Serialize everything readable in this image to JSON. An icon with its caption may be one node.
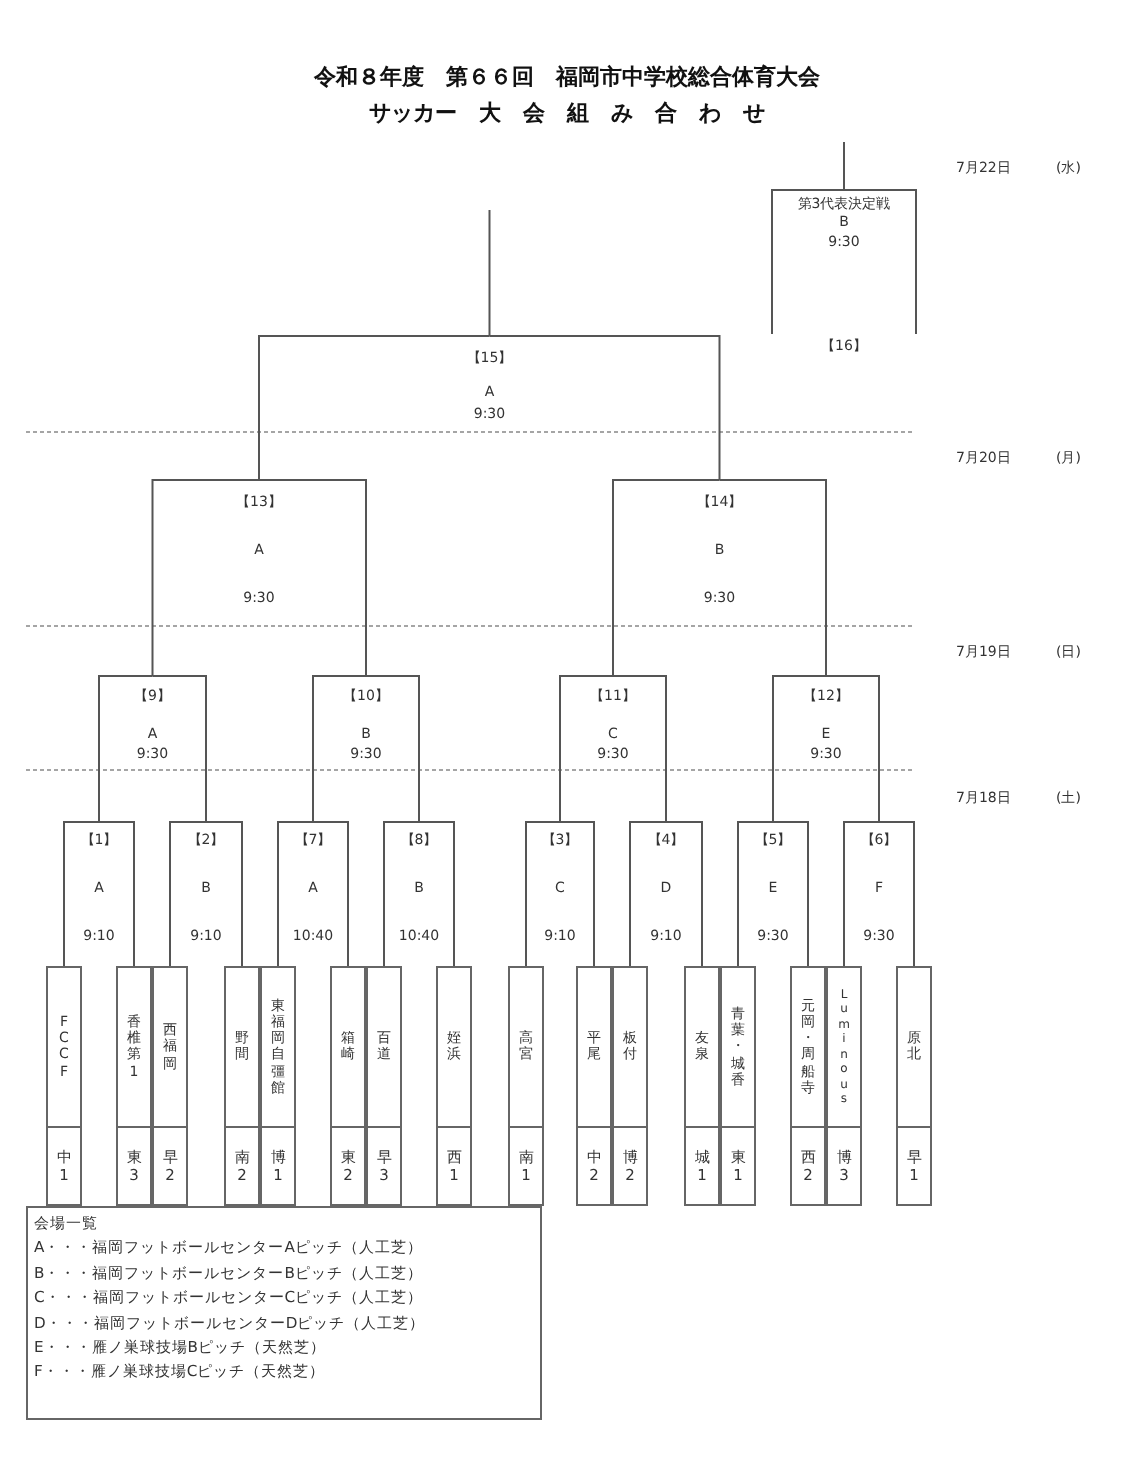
{
  "diagram": {
    "title": "令和８年度　第６６回　福岡市中学校総合体育大会",
    "nodes": [
      {
        "text": [
          "FCCF",
          "中1"
        ]
      },
      {
        "text": [
          "香椎第1",
          "東3"
        ]
      },
      {
        "text": [
          "西福岡",
          "早2"
        ]
      },
      {
        "text": [
          "野間",
          "南2"
        ]
      },
      {
        "text": [
          "東福岡自彊館",
          "博1"
        ]
      },
      {
        "text": [
          "箱崎",
          "東2"
        ]
      },
      {
        "text": [
          "百道",
          "早3"
        ]
      },
      {
        "text": [
          "姪浜",
          "西1"
        ]
      },
      {
        "text": [
          "高宮",
          "南1"
        ]
      },
      {
        "text": [
          "平尾",
          "中2"
        ]
      },
      {
        "text": [
          "板付",
          "博2"
        ]
      },
      {
        "text": [
          "友泉",
          "城1"
        ]
      },
      {
        "text": [
          "青葉・城香",
          "東1"
        ]
      },
      {
        "text": [
          "元岡・周船寺",
          "西2"
        ]
      },
      {
        "text": [
          "Luminous",
          "博3"
        ]
      },
      {
        "text": [
          "原北",
          "早1"
        ]
      },
      {
        "text": [
          "【1】",
          "A",
          "9:10"
        ]
      },
      {
        "text": [
          "【2】",
          "B",
          "9:10"
        ]
      },
      {
        "text": [
          "【7】",
          "A",
          "10:40"
        ]
      },
      {
        "text": [
          "【8】",
          "B",
          "10:40"
        ]
      },
      {
        "text": [
          "【3】",
          "C",
          "9:10"
        ]
      },
      {
        "text": [
          "【4】",
          "D",
          "9:10"
        ]
      },
      {
        "text": [
          "【5】",
          "E",
          "9:30"
        ]
      },
      {
        "text": [
          "【6】",
          "F",
          "9:30"
        ]
      },
      {
        "text": [
          "【9】",
          "A",
          "9:30"
        ]
      },
      {
        "text": [
          "【10】",
          "B",
          "9:30"
        ]
      },
      {
        "text": [
          "【11】",
          "C",
          "9:30"
        ]
      },
      {
        "text": [
          "【12】",
          "E",
          "9:30"
        ]
      },
      {
        "text": [
          "【13】",
          "A",
          "9:30"
        ]
      },
      {
        "text": [
          "【14】",
          "B",
          "9:30"
        ]
      },
      {
        "text": [
          "【15】",
          "A",
          "9:30"
        ]
      },
      {
        "text": [
          "第3代表決定戦",
          "B",
          "9:30",
          "【16】"
        ]
      },
      {
        "text": [
          "会場一覧",
          "A・・・福岡フットボールセンターAピッチ（人工芝）",
          "B・・・福岡フットボールセンターBピッチ（人工芝）",
          "C・・・福岡フットボールセンターCピッチ（人工芝）",
          "D・・・福岡フットボールセンターDピッチ（人工芝）",
          "E・・・雁ノ巣球技場Bピッチ（天然芝）",
          "F・・・雁ノ巣球技場Cピッチ（天然芝）"
        ]
      }
    ],
    "edges": [
      {
        "from": 0,
        "to": 16,
        "arrow": "none"
      },
      {
        "from": 1,
        "to": 16,
        "arrow": "none"
      },
      {
        "from": 2,
        "to": 17,
        "arrow": "none"
      },
      {
        "from": 3,
        "to": 17,
        "arrow": "none"
      },
      {
        "from": 4,
        "to": 18,
        "arrow": "none"
      },
      {
        "from": 5,
        "to": 18,
        "arrow": "none"
      },
      {
        "from": 6,
        "to": 19,
        "arrow": "none"
      },
      {
        "from": 7,
        "to": 19,
        "arrow": "none"
      },
      {
        "from": 8,
        "to": 20,
        "arrow": "none"
      },
      {
        "from": 9,
        "to": 20,
        "arrow": "none"
      },
      {
        "from": 10,
        "to": 21,
        "arrow": "none"
      },
      {
        "from": 11,
        "to": 21,
        "arrow": "none"
      },
      {
        "from": 12,
        "to": 22,
        "arrow": "none"
      },
      {
        "from": 13,
        "to": 22,
        "arrow": "none"
      },
      {
        "from": 14,
        "to": 23,
        "arrow": "none"
      },
      {
        "from": 15,
        "to": 23,
        "arrow": "none"
      },
      {
        "from": 16,
        "to": 24,
        "arrow": "none"
      },
      {
        "from": 17,
        "to": 24,
        "arrow": "none"
      },
      {
        "from": 18,
        "to": 25,
        "arrow": "none"
      },
      {
        "from": 19,
        "to": 25,
        "arrow": "none"
      },
      {
        "from": 20,
        "to": 26,
        "arrow": "none"
      },
      {
        "from": 21,
        "to": 26,
        "arrow": "none"
      },
      {
        "from": 22,
        "to": 27,
        "arrow": "none"
      },
      {
        "from": 23,
        "to": 27,
        "arrow": "none"
      },
      {
        "from": 24,
        "to": 28,
        "arrow": "none"
      },
      {
        "from": 25,
        "to": 28,
        "arrow": "none"
      },
      {
        "from": 26,
        "to": 29,
        "arrow": "none"
      },
      {
        "from": 27,
        "to": 29,
        "arrow": "none"
      },
      {
        "from": 28,
        "to": 30,
        "arrow": "none"
      },
      {
        "from": 29,
        "to": 30,
        "arrow": "none"
      },
      {
        "from": 30,
        "to": null,
        "arrow": "none"
      },
      {
        "from": null,
        "to": 31,
        "arrow": "none"
      },
      {
        "from": null,
        "to": 31,
        "arrow": "none"
      },
      {
        "from": 31,
        "to": null,
        "arrow": "none"
      }
    ],
    "labels": [
      "サッカー　大　会　組　み　合　わ　せ",
      "7月22日",
      "(水)",
      "7月20日",
      "(月)",
      "7月19日",
      "(日)",
      "7月18日",
      "(土)"
    ]
  }
}
